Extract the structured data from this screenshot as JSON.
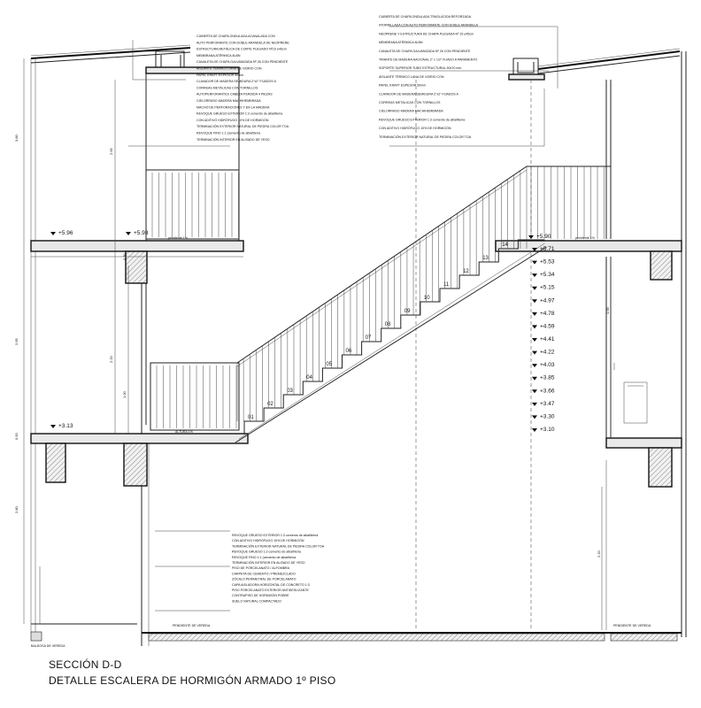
{
  "title": "SECCIÓN D-D",
  "subtitle": "DETALLE ESCALERA DE HORMIGÓN ARMADO 1º PISO",
  "levels_left": [
    "+5.96",
    "+5.93",
    "+3.13"
  ],
  "levels_right": [
    "+5.90",
    "+5.71",
    "+5.53",
    "+5.34",
    "+5.15",
    "+4.97",
    "+4.78",
    "+4.59",
    "+4.41",
    "+4.22",
    "+4.03",
    "+3.85",
    "+3.66",
    "+3.47",
    "+3.30",
    "+3.10"
  ],
  "steps": [
    "01",
    "02",
    "03",
    "04",
    "05",
    "06",
    "07",
    "08",
    "09",
    "10",
    "11",
    "12",
    "13",
    "14"
  ],
  "left_dims": [
    "3.80",
    "2.65",
    "2.80",
    "0.50"
  ],
  "inner_dims": [
    "2.65",
    "0.30",
    "2.20",
    "1.00"
  ],
  "right_dims": [
    "1.00",
    "2.20"
  ],
  "roof_notes_left": [
    "CUBIERTA DE CHAPA ONDULADA ACANALADA CON",
    "AUTO PERFORANTE CON DOBLE ARANDELA DE NEOPRENE",
    "ESTRUCTURA METÁLICA DE CORTE PLEGADO Nº15 e45cm",
    "MEMBRANA ATÉRMICA 8LBN",
    "CANALETA DE CHAPA GALVANIZADA Nº 26 CON PENDIENTE",
    "AISLANTE TÉRMICO LANA DE VIDRIO CON",
    "PAPEL KRAFT ESPESOR 50mm",
    "CLAVADOR DE MADERA SEMIDURA 2\"x2\" FIJADOS A",
    "CORREAS METÁLICAS CON TORNILLOS",
    "AUTOPERFORANTES CABEZA PERDIDA 4 PIEZAS",
    "CIELORRASO MADERA MACHIHEMBRADA",
    "MACHO DE PERFORACIONES Y EN LA MADERA",
    "REVOQUE GRUESO EXTERIOR 1:3 cemento de albañilería",
    "CON ADITIVO HIDRÓFUGO 10% DE HORMIGÓN",
    "TERMINACIÓN EXTERIOR NATURAL DE PIEDRA COLOR TOA",
    "REVOQUE FINO 1:1 (cemento de albañilería",
    "TERMINACIÓN INTERIOR EN ALISADO DE YESO"
  ],
  "roof_notes_right": [
    "CUBIERTA DE CHAPA ONDULADA TRASLÚCIDA REFORZADA",
    "ATORNILLADA CON AUTO PERFORANTE CON DOBLE ARANDELA",
    "NEOPRENE Y ESTRUCTURA DE CHAPA PLEGADA Nº 15 e45cm",
    "MEMBRANA ATÉRMICA 8LBN",
    "CANALETA DE CHAPA GALVANIZADA Nº 26 CON PENDIENTE",
    "TIRANTE DE MADERA NACIONAL 2\" x 1/2\" FIJADO A PARAMENTO",
    "SOPORTE SUPERIOR TUBO ESTRUCTURAL 50x70 mm",
    "AISLANTE TÉRMICO LANA DE VIDRIO CON",
    "PAPEL KRAFT ESPESOR 50mm",
    "CLAVADOR DE MADERA SEMIDURA 2\"x2\" FIJADOS A",
    "CORREAS METÁLICAS CON TORNILLOS",
    "CIELORRASO MADERA MACHIHEMBRADA",
    "REVOQUE GRUESO EXTERIOR 1:3 cemento de albañilería",
    "CON ADITIVO HIDRÓFUGO 10% DE HORMIGÓN",
    "TERMINACIÓN EXTERIOR NATURAL DE PIEDRA COLOR TOA"
  ],
  "base_notes": [
    "REVOQUE GRUESO EXTERIOR 1:3 cemento de albañilería",
    "CON ADITIVO HIDRÓFUGO 10% DE HORMIGÓN",
    "TERMINACIÓN EXTERIOR NATURAL DE PIEDRA COLOR TOA",
    "REVOQUE GRUESO 1:3 cemento de albañilería",
    "REVOQUE FINO 1:1 (cemento de albañilería",
    "TERMINACIÓN INTERIOR EN ALISADO DE YESO",
    "PISO DE PORCELANATO / ALFOMBRA",
    "CARPETA DE CEMENTO / PREMEZCLADO",
    "ZÓCALO PERIMETRAL DE PORCELANATO",
    "CAPA AISLADORA HORIZONTAL DE CONCRETO 1:3",
    "PISO PORCELANATO EXTERIOR ANTIDESLIZANTE",
    "CONTRAPISO DE HORMIGÓN POBRE",
    "SUELO NATURAL COMPACTADO"
  ],
  "small_notes": {
    "pendiente_left": "PENDIENTE DE VEREDA",
    "pendiente_right": "PENDIENTE DE VEREDA",
    "baldosa": "BALDOSA DE VEREDA",
    "landing": "ALTURA 1%",
    "floor_left": "pendiente 1%",
    "floor_right": "pendiente 1%"
  },
  "colors": {
    "ink": "#111111",
    "fill": "#e9e9e9",
    "paper": "#ffffff"
  }
}
